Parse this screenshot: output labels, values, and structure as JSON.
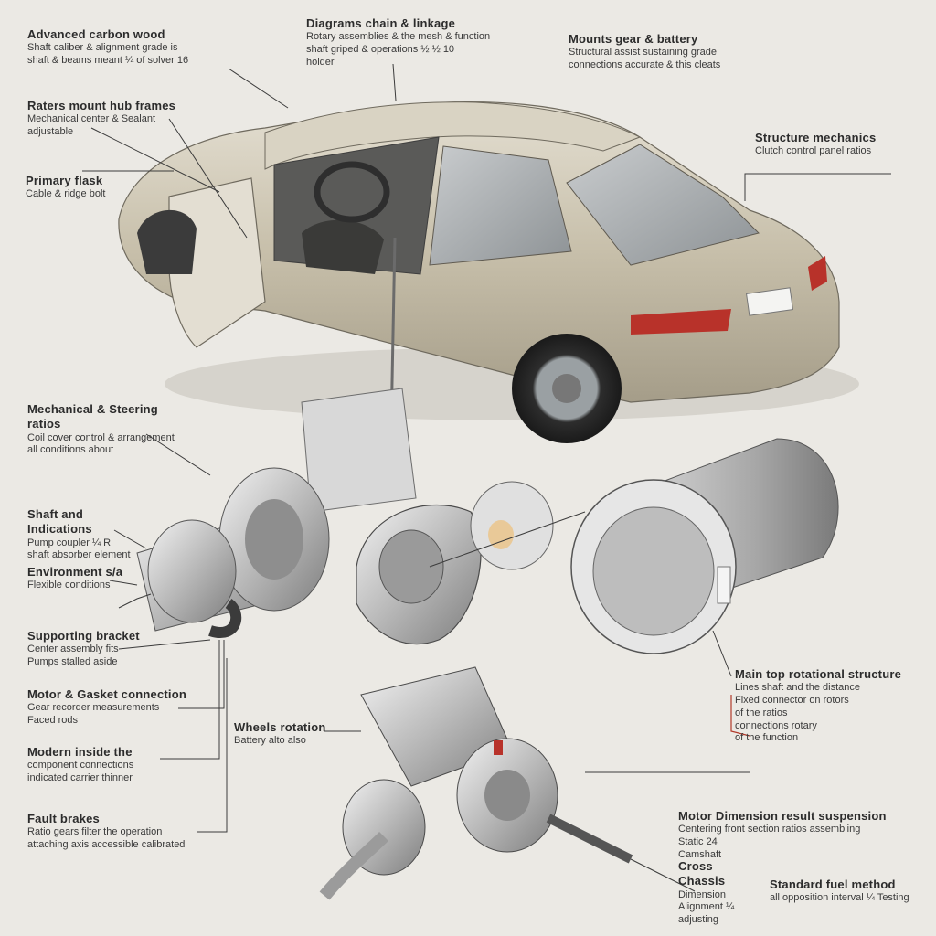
{
  "palette": {
    "background": "#ebe9e4",
    "car_body": "#c9c2b0",
    "metal": "#b8b8b8",
    "tail_light": "#b8322a",
    "leader": "#3b3b3b",
    "accent_red": "#b23a2b"
  },
  "callouts": [
    {
      "id": "c1",
      "title": "Advanced carbon wood",
      "desc": "Shaft caliber & alignment grade is\nshaft & beams meant ¼ of solver 16"
    },
    {
      "id": "c2",
      "title": "Diagrams chain & linkage",
      "desc": "Rotary assemblies & the mesh & function\nshaft griped & operations ½ ½ 10\nholder"
    },
    {
      "id": "c3",
      "title": "Mounts gear & battery",
      "desc": "Structural assist sustaining grade\nconnections accurate & this cleats"
    },
    {
      "id": "c4",
      "title": "Raters mount hub frames",
      "desc": "Mechanical center & Sealant\nadjustable"
    },
    {
      "id": "c5",
      "title": "Primary flask",
      "desc": "Cable & ridge bolt"
    },
    {
      "id": "c6",
      "title": "Structure mechanics",
      "desc": "Clutch control panel ratios"
    },
    {
      "id": "c7",
      "title": "Mechanical & Steering ratios",
      "desc": "Coil cover control & arrangement\nall conditions about"
    },
    {
      "id": "c8",
      "title": "Shaft and Indications",
      "desc": "Pump coupler ¼ R\nshaft absorber element"
    },
    {
      "id": "c9",
      "title": "Environment s/a",
      "desc": "Flexible conditions"
    },
    {
      "id": "c10",
      "title": "Supporting bracket",
      "desc": "Center assembly fits\nPumps stalled aside"
    },
    {
      "id": "c11",
      "title": "Motor & Gasket connection",
      "desc": "Gear recorder measurements\nFaced rods"
    },
    {
      "id": "c12",
      "title": "Modern inside the",
      "desc": "component connections\nindicated carrier thinner"
    },
    {
      "id": "c13",
      "title": "Fault brakes",
      "desc": "Ratio gears filter the operation\nattaching axis accessible calibrated"
    },
    {
      "id": "c14",
      "title": "Wheels rotation",
      "desc": "Battery alto also"
    },
    {
      "id": "c15",
      "title": "Main top rotational structure",
      "desc": "Lines shaft and the distance\nFixed connector on rotors\nof the ratios\nconnections rotary\nof the function"
    },
    {
      "id": "c16",
      "title": "Motor Dimension result suspension",
      "desc": "Centering front section ratios assembling\nStatic 24\nCamshaft"
    },
    {
      "id": "c17",
      "title": "Cross Chassis",
      "desc": "Dimension\nAlignment ¼\nadjusting"
    },
    {
      "id": "c18",
      "title": "Standard fuel method",
      "desc": "all opposition interval ¼ Testing"
    }
  ]
}
